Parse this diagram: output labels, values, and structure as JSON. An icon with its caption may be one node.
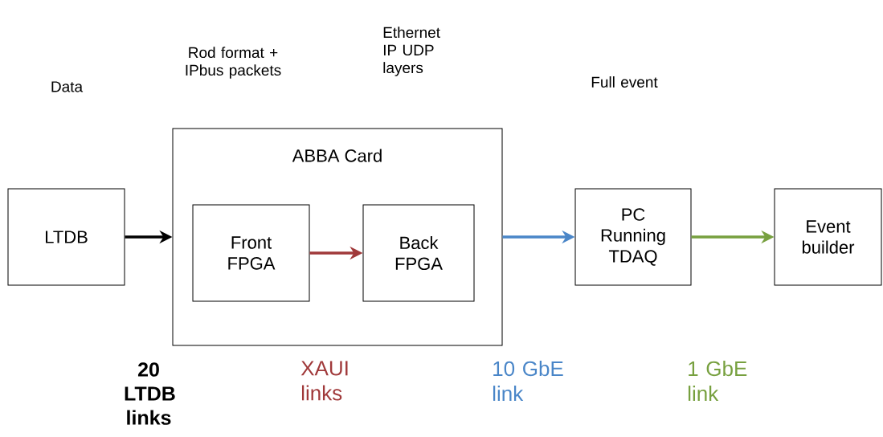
{
  "diagram": {
    "nodes": [
      {
        "text": [
          "LTDB"
        ]
      },
      {
        "text": [
          "ABBA Card"
        ]
      },
      {
        "text": [
          "Front FPGA"
        ],
        "in": 1
      },
      {
        "text": [
          "Back FPGA"
        ],
        "in": 1
      },
      {
        "text": [
          "PC Running TDAQ"
        ]
      },
      {
        "text": [
          "Event builder"
        ]
      }
    ],
    "edges": [
      {
        "from": 0,
        "to": 1,
        "arrow": "to"
      },
      {
        "from": 2,
        "to": 3,
        "arrow": "to",
        "color": "#a0393a"
      },
      {
        "from": 1,
        "to": 4,
        "arrow": "to",
        "color": "#4a86c8"
      },
      {
        "from": 4,
        "to": 5,
        "arrow": "to",
        "color": "#77a03f"
      }
    ],
    "labels": [
      "Data",
      "Rod format + IPbus packets",
      "Ethernet IP UDP layers",
      "Full event",
      "20 LTDB links",
      "XAUI links",
      "10 GbE link",
      "1 GbE link"
    ]
  }
}
